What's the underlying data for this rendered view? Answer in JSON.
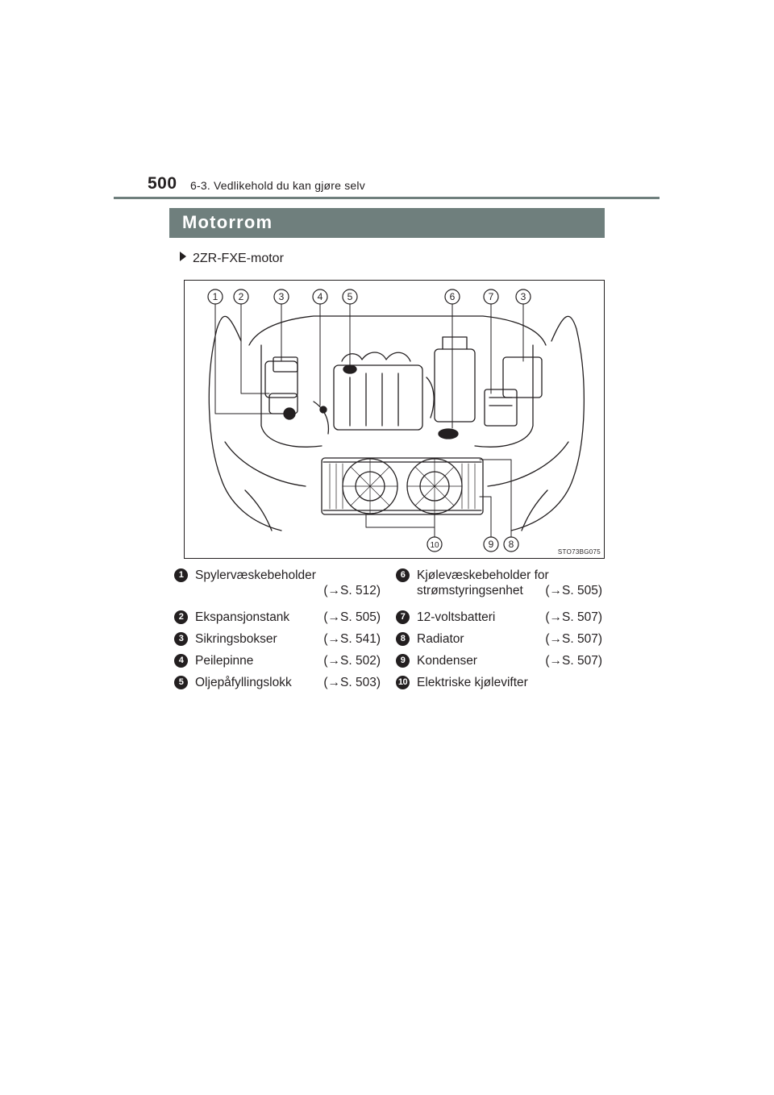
{
  "header": {
    "page_number": "500",
    "section_path": "6-3. Vedlikehold du kan gjøre selv"
  },
  "section": {
    "title": "Motorrom"
  },
  "variant": {
    "label": "2ZR-FXE-motor"
  },
  "figure": {
    "code": "STO73BG075",
    "callouts": [
      "1",
      "2",
      "3",
      "4",
      "5",
      "6",
      "7",
      "3",
      "10",
      "9",
      "8"
    ]
  },
  "legend": {
    "left": [
      {
        "num": "1",
        "line1": "Spylervæskebeholder",
        "line2": "",
        "ref": "(→S. 512)"
      },
      {
        "num": "2",
        "line1": "Ekspansjonstank",
        "ref": "(→S. 505)"
      },
      {
        "num": "3",
        "line1": "Sikringsbokser",
        "ref": "(→S. 541)"
      },
      {
        "num": "4",
        "line1": "Peilepinne",
        "ref": "(→S. 502)"
      },
      {
        "num": "5",
        "line1": "Oljepåfyllingslokk",
        "ref": "(→S. 503)"
      }
    ],
    "right": [
      {
        "num": "6",
        "line1": "Kjølevæskebeholder for",
        "line2": "strømstyringsenhet",
        "ref": "(→S. 505)"
      },
      {
        "num": "7",
        "line1": "12-voltsbatteri",
        "ref": "(→S. 507)"
      },
      {
        "num": "8",
        "line1": "Radiator",
        "ref": "(→S. 507)"
      },
      {
        "num": "9",
        "line1": "Kondenser",
        "ref": "(→S. 507)"
      },
      {
        "num": "10",
        "line1": "Elektriske kjølevifter",
        "ref": ""
      }
    ]
  }
}
